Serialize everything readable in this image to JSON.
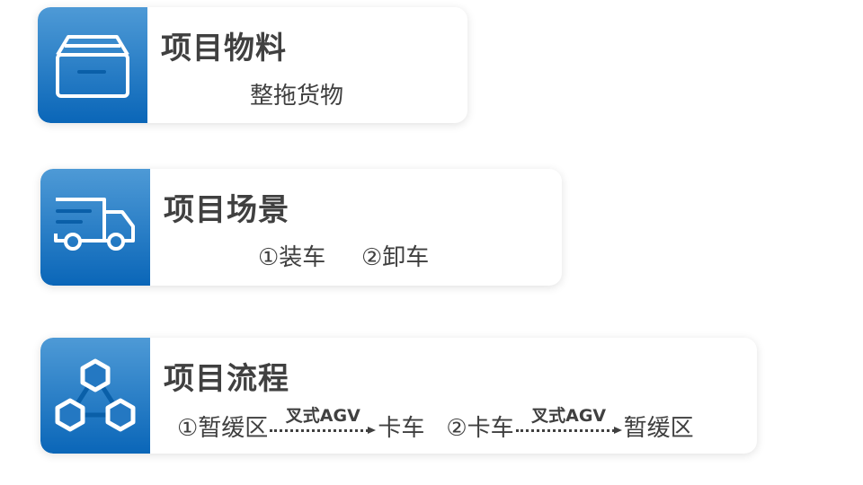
{
  "cards": [
    {
      "title": "项目物料",
      "subtitle": "整拖货物",
      "icon": "box-icon"
    },
    {
      "title": "项目场景",
      "items": [
        "①装车",
        "②卸车"
      ],
      "icon": "truck-icon"
    },
    {
      "title": "项目流程",
      "icon": "network-icon",
      "flows": [
        {
          "from": "①暂缓区",
          "via": "叉式AGV",
          "to": "卡车"
        },
        {
          "from": "②卡车",
          "via": "叉式AGV",
          "to": "暂缓区"
        }
      ]
    }
  ],
  "colors": {
    "accent_top": "#4e9ad6",
    "accent_bottom": "#0a66b8",
    "text": "#404040"
  }
}
